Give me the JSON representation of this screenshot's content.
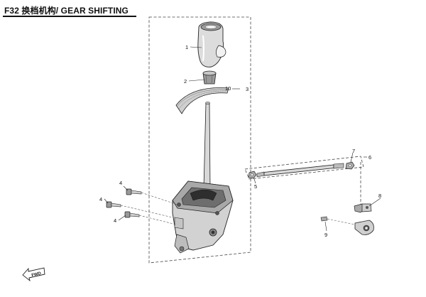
{
  "title": "F32 换档机构/ GEAR SHIFTING",
  "callouts": {
    "c1": "1",
    "c2": "2",
    "c3": "3",
    "c10": "10",
    "c4a": "4",
    "c4b": "4",
    "c4c": "4",
    "c5": "5",
    "c6": "6",
    "c7": "7",
    "c8": "8",
    "c9": "9"
  },
  "fwd_label": "FWD"
}
